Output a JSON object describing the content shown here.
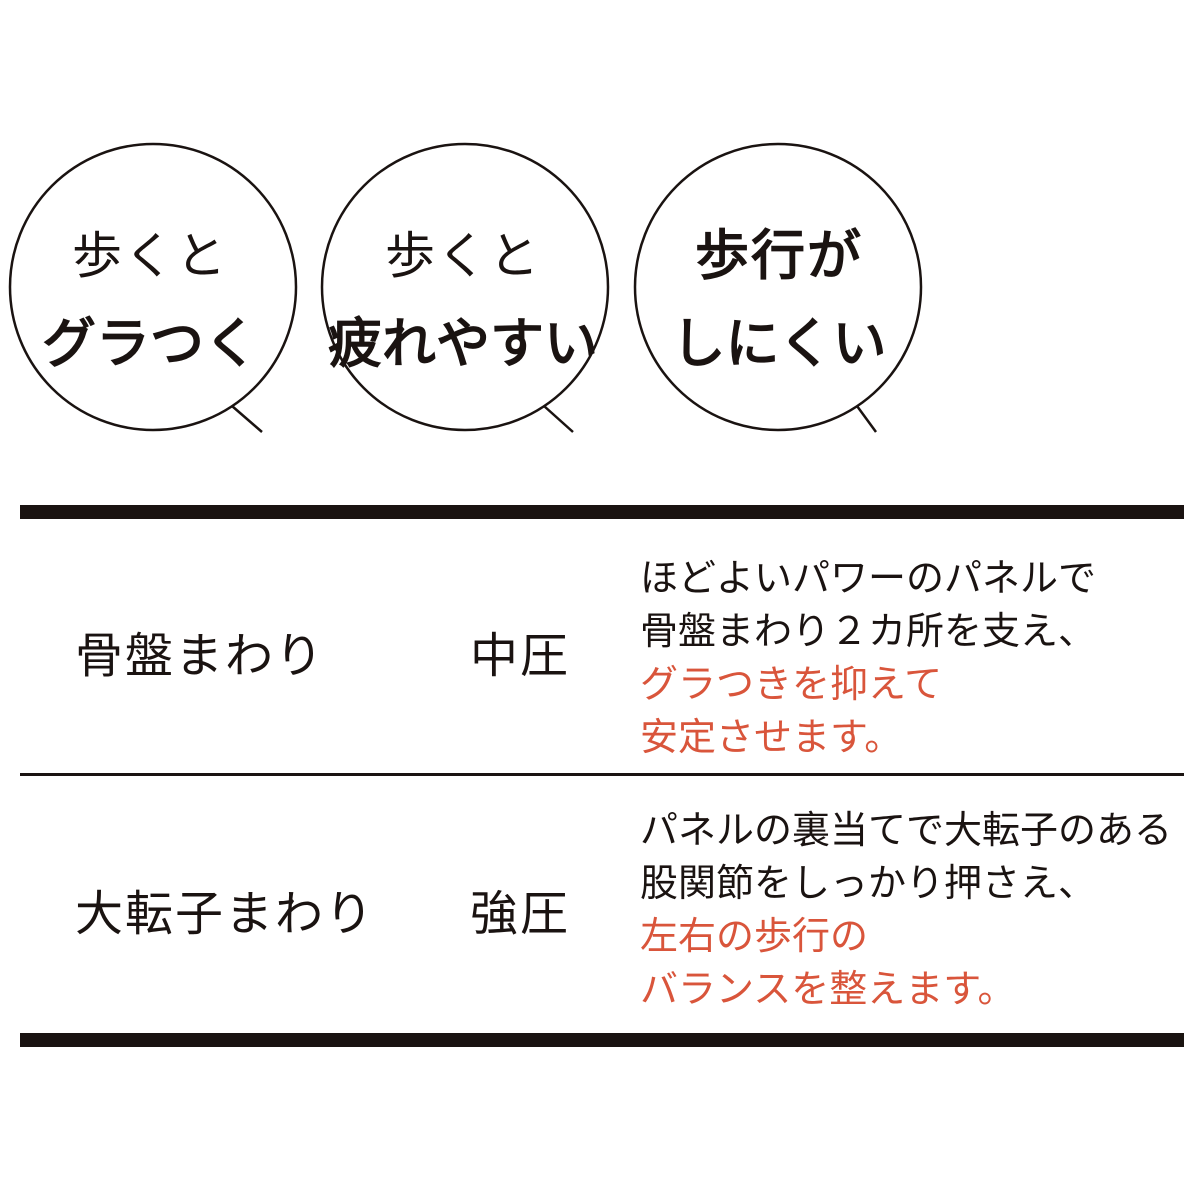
{
  "bubbles": [
    {
      "line1": "歩くと",
      "line2": "グラつく"
    },
    {
      "line1": "歩くと",
      "line2": "疲れやすい"
    },
    {
      "line1": "歩行が",
      "line2": "しにくい"
    }
  ],
  "table": {
    "rows": [
      {
        "region": "骨盤まわり",
        "pressure": "中圧",
        "desc_plain": [
          "ほどよいパワーのパネルで",
          "骨盤まわり２カ所を支え、"
        ],
        "desc_accent": [
          "グラつきを抑えて",
          "安定させます。"
        ]
      },
      {
        "region": "大転子まわり",
        "pressure": "強圧",
        "desc_plain": [
          "パネルの裏当てで大転子のある",
          "股関節をしっかり押さえ、"
        ],
        "desc_accent": [
          "左右の歩行の",
          "バランスを整えます。"
        ]
      }
    ]
  },
  "colors": {
    "text": "#1a1311",
    "accent": "#d9553b",
    "background": "#ffffff"
  }
}
